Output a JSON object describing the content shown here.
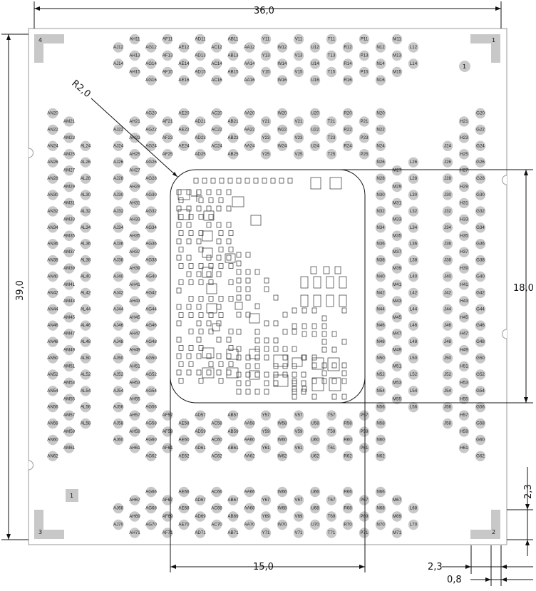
{
  "dimensions": {
    "width": "36,0",
    "height": "39,0",
    "die_width": "15,0",
    "die_height": "18,0",
    "corner_radius": "R2,0",
    "offset_x": "2,3",
    "offset_y": "2,3",
    "pad": "0,8"
  },
  "corner_markers": [
    "1",
    "2",
    "3",
    "4"
  ],
  "pin1_markers": [
    "1",
    "1"
  ],
  "colors": {
    "ball": "#c8c8c8",
    "corner_mark": "#c8c8c8",
    "line": "#111111",
    "board_edge": "#9a9a9a"
  },
  "columns": {
    "far_left": [
      "AN",
      "AM",
      "AL"
    ],
    "left_block": [
      "AJ",
      "AH",
      "AG"
    ],
    "top_middle": [
      "AF",
      "AE",
      "AD",
      "AC",
      "AB",
      "AA",
      "Y",
      "W",
      "V",
      "U",
      "T",
      "R",
      "P",
      "N"
    ],
    "right_block": [
      "N",
      "M",
      "L"
    ],
    "far_right": [
      "J",
      "H",
      "G"
    ]
  },
  "rows": {
    "top_rows": [
      "11",
      "12",
      "13",
      "14",
      "15",
      "16"
    ],
    "main_rows_start": 20,
    "main_rows_end": 62,
    "bottom_rows": [
      "66",
      "67",
      "68",
      "69",
      "70",
      "71"
    ]
  }
}
